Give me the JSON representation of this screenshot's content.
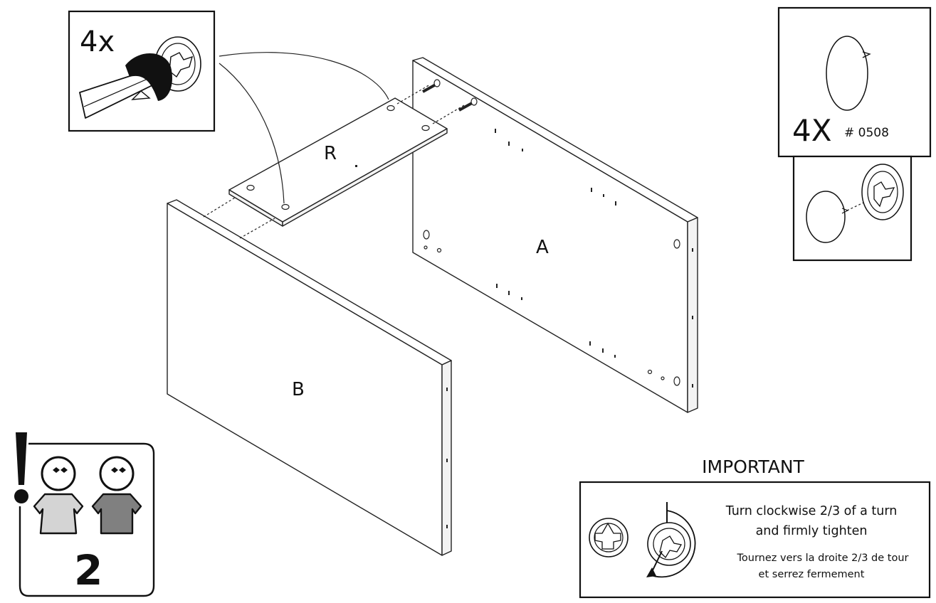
{
  "callout_top_left": {
    "count": "4x"
  },
  "callout_top_right": {
    "count": "4X",
    "part_number": "# 0508"
  },
  "panels": {
    "a": "A",
    "b": "B",
    "r": "R"
  },
  "people_badge": {
    "number": "2"
  },
  "important": {
    "title": "IMPORTANT",
    "en_line1": "Turn clockwise 2/3 of a turn",
    "en_line2": "and firmly tighten",
    "fr_line1": "Tournez vers la droite 2/3 de tour",
    "fr_line2": "et serrez fermement"
  },
  "colors": {
    "ink": "#111111",
    "shirt_light": "#d4d4d4",
    "shirt_dark": "#808080"
  }
}
